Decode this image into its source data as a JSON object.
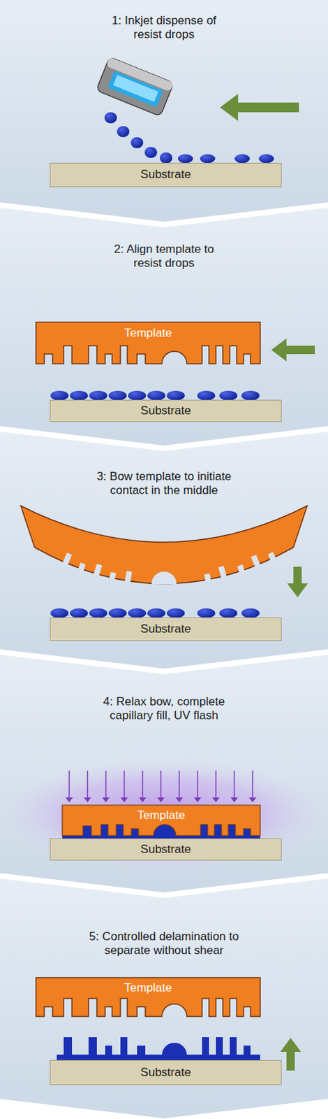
{
  "diagram": {
    "nodes": [
      {
        "text": [
          "1: Inkjet dispense of resist drops"
        ]
      },
      {
        "text": [
          "Substrate"
        ],
        "in": 0
      },
      {
        "text": [
          "2: Align template to resist drops"
        ]
      },
      {
        "text": [
          "Template"
        ],
        "in": 2
      },
      {
        "text": [
          "Substrate"
        ],
        "in": 2
      },
      {
        "text": [
          "3: Bow template to initiate contact in the middle"
        ]
      },
      {
        "text": [
          "Substrate"
        ],
        "in": 5
      },
      {
        "text": [
          "4: Relax bow, complete capillary fill, UV flash"
        ]
      },
      {
        "text": [
          "Template"
        ],
        "in": 7
      },
      {
        "text": [
          "Substrate"
        ],
        "in": 7
      },
      {
        "text": [
          "5: Controlled delamination to separate without shear"
        ]
      },
      {
        "text": [
          "Template"
        ],
        "in": 10
      },
      {
        "text": [
          "Substrate"
        ],
        "in": 10
      }
    ]
  }
}
